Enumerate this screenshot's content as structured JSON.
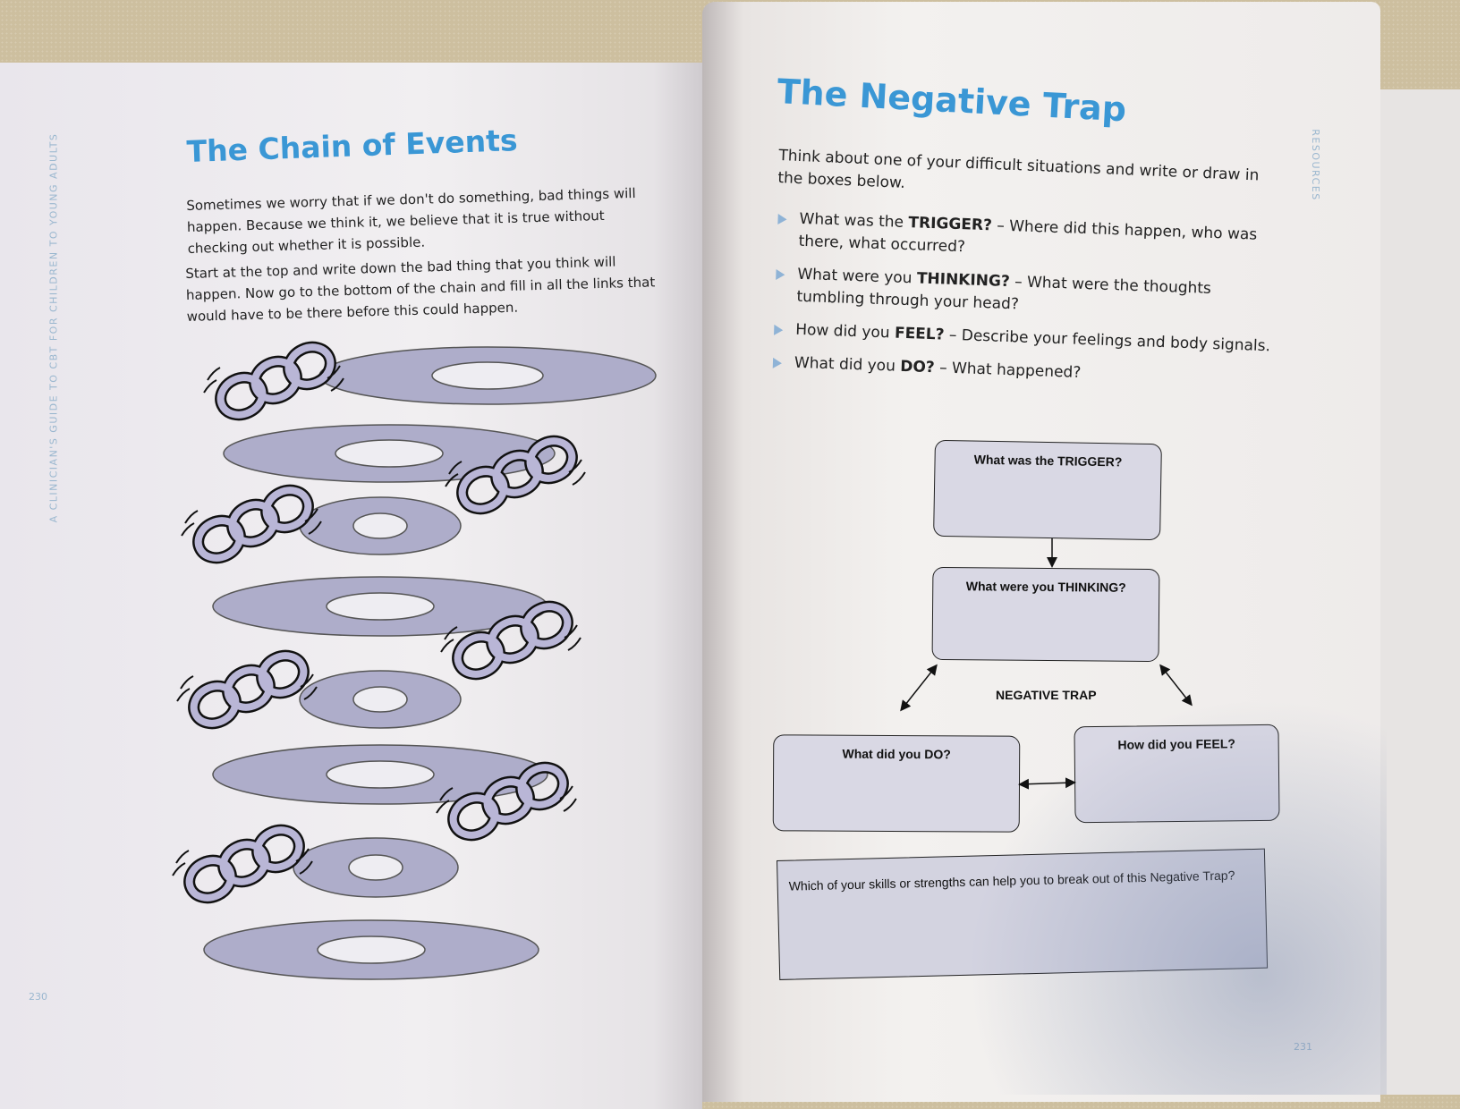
{
  "left_page": {
    "side_label": "A CLINICIAN'S GUIDE TO CBT FOR CHILDREN TO YOUNG ADULTS",
    "title": "The Chain of Events",
    "paragraph1": "Sometimes we worry that if we don't do something, bad things will happen. Because we think it, we believe that it is true without checking out whether it is possible.",
    "paragraph2": "Start at the top and write down the bad thing that you think will happen. Now go to the bottom of the chain and fill in all the links that would have to be there before this could happen.",
    "page_number": "230",
    "illustration": {
      "rings": 8,
      "chain_clusters": 7,
      "ring_color": "#aeadca",
      "chain_color": "#b9b6d6"
    }
  },
  "right_page": {
    "side_label": "RESOURCES",
    "title": "The Negative Trap",
    "intro": "Think about one of your difficult situations and write or draw in the boxes below.",
    "bullets": [
      {
        "prefix": "What was the ",
        "bold": "TRIGGER?",
        "rest": " – Where did this happen, who was there, what occurred?"
      },
      {
        "prefix": "What were you ",
        "bold": "THINKING?",
        "rest": " – What were the thoughts tumbling through your head?"
      },
      {
        "prefix": "How did you ",
        "bold": "FEEL?",
        "rest": " – Describe your feelings and body signals."
      },
      {
        "prefix": "What did you ",
        "bold": "DO?",
        "rest": " – What happened?"
      }
    ],
    "diagram": {
      "trigger": "What was the TRIGGER?",
      "thinking": "What were you THINKING?",
      "center": "NEGATIVE TRAP",
      "do": "What did you DO?",
      "feel": "How did you FEEL?"
    },
    "skills_box": "Which of your skills or strengths can help you to break out of this Negative Trap?",
    "page_number": "231",
    "accent_color": "#3a97d5"
  }
}
